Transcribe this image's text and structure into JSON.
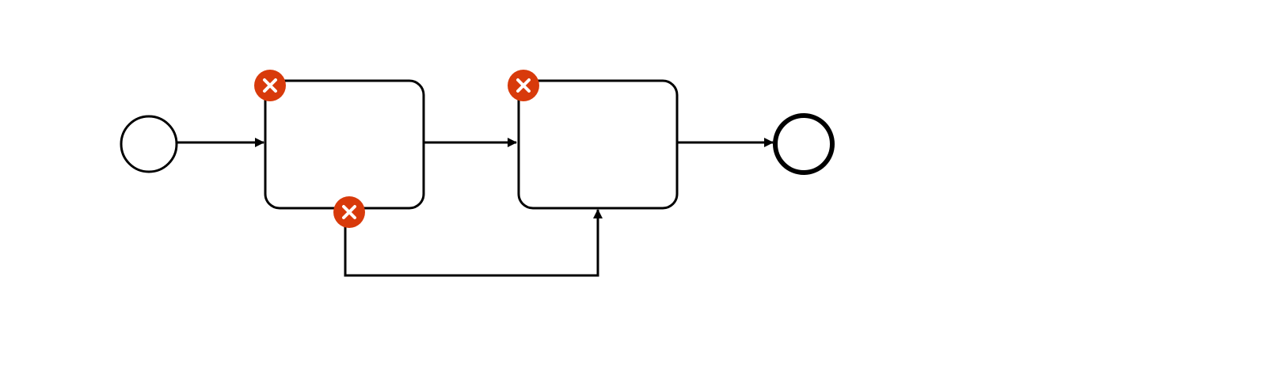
{
  "diagram": {
    "type": "bpmn-process",
    "nodes": [
      {
        "id": "start",
        "kind": "start-event"
      },
      {
        "id": "task1",
        "kind": "task",
        "error_badges": [
          "top-left",
          "bottom"
        ]
      },
      {
        "id": "task2",
        "kind": "task",
        "error_badges": [
          "top-left"
        ]
      },
      {
        "id": "end",
        "kind": "end-event"
      }
    ],
    "flows": [
      {
        "from": "start",
        "to": "task1"
      },
      {
        "from": "task1",
        "to": "task2"
      },
      {
        "from": "task2",
        "to": "end"
      },
      {
        "from": "task1-error-bottom",
        "to": "task2"
      }
    ]
  },
  "colors": {
    "stroke": "#000000",
    "error_badge": "#d83a0b",
    "error_mark": "#ffffff",
    "background": "#ffffff"
  },
  "icons": {
    "error_badge": "error-x-icon"
  }
}
